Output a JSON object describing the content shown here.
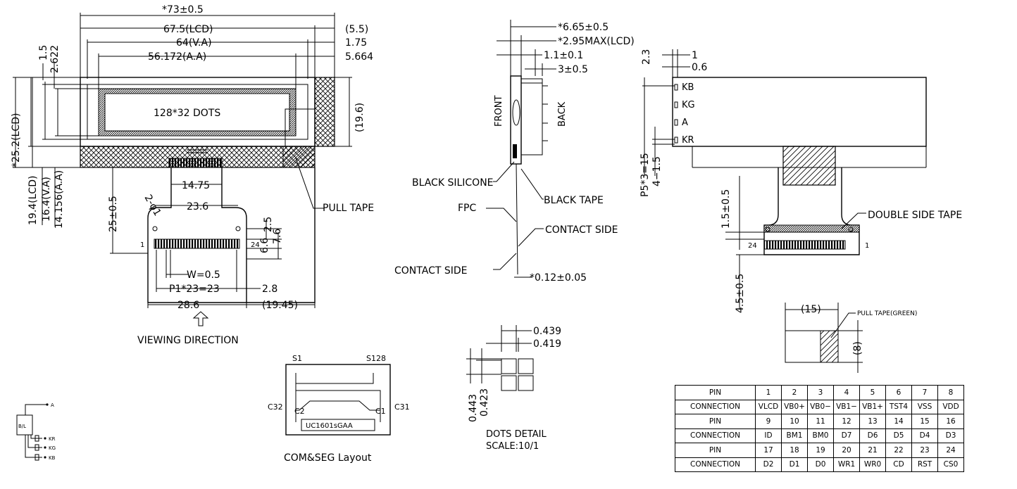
{
  "front": {
    "dim_total": "*73±0.5",
    "dim_lcd": "67.5(LCD)",
    "dim_va": "64(V.A)",
    "dim_aa": "56.172(A.A)",
    "dim_55": "(5.5)",
    "dim_175": "1.75",
    "dim_5664": "5.664",
    "dim_15": "1.5",
    "dim_2622": "2.622",
    "dim_252": "*25.2(LCD)",
    "dim_196": "(19.6)",
    "dots_label": "128*32 DOTS",
    "dim_194": "19.4(LCD)",
    "dim_164": "16.4(V.A)",
    "dim_14156": "14.156(A.A)",
    "dim_25": "25±0.5",
    "dim_1475": "14.75",
    "dim_236": "23.6",
    "hole": "2-φ1",
    "pull_tape": "PULL TAPE",
    "dim_25b": "2.5",
    "dim_66": "6.6",
    "dim_76": "7.6",
    "pin1": "1",
    "pin24": "24",
    "dim_w": "W=0.5",
    "dim_p1": "P1*23=23",
    "dim_28": "2.8",
    "dim_286": "28.6",
    "dim_1945": "(19.45)",
    "viewing": "VIEWING DIRECTION"
  },
  "side": {
    "d665": "*6.65±0.5",
    "d295": "*2.95MAX(LCD)",
    "d11": "1.1±0.1",
    "d3": "3±0.5",
    "front": "FRONT",
    "back": "BACK",
    "black_silicone": "BLACK SILICONE",
    "black_tape": "BLACK TAPE",
    "fpc": "FPC",
    "contact_side_r": "CONTACT SIDE",
    "contact_side_l": "CONTACT SIDE",
    "d012": "*0.12±0.05"
  },
  "rear": {
    "d23": "2.3",
    "d1": "1",
    "d06": "0.6",
    "kb": "KB",
    "kg": "KG",
    "a": "A",
    "kr": "KR",
    "p5": "P5*3=15",
    "d415": "4−1.5",
    "d15": "1.5±0.5",
    "double_tape": "DOUBLE SIDE TAPE",
    "pin24": "24",
    "pin1": "1",
    "d45": "4.5±0.5",
    "d15b": "(15)",
    "pull_green": "PULL TAPE(GREEN)",
    "d8": "(8)"
  },
  "dots": {
    "d0439": "0.439",
    "d0419": "0.419",
    "d0443": "0.443",
    "d0423": "0.423",
    "title": "DOTS DETAIL",
    "scale": "SCALE:10/1"
  },
  "com": {
    "s1": "S1",
    "s128": "S128",
    "c32": "C32",
    "c2": "C2",
    "c1": "C1",
    "c31": "C31",
    "chip": "UC1601sGAA",
    "title": "COM&SEG Layout"
  },
  "bl": {
    "box": "B/L",
    "a": "A",
    "kr": "KR",
    "kg": "KG",
    "kb": "KB"
  },
  "pin_table": {
    "rows": [
      [
        "PIN",
        "1",
        "2",
        "3",
        "4",
        "5",
        "6",
        "7",
        "8"
      ],
      [
        "CONNECTION",
        "VLCD",
        "VB0+",
        "VB0−",
        "VB1−",
        "VB1+",
        "TST4",
        "VSS",
        "VDD"
      ],
      [
        "PIN",
        "9",
        "10",
        "11",
        "12",
        "13",
        "14",
        "15",
        "16"
      ],
      [
        "CONNECTION",
        "ID",
        "BM1",
        "BM0",
        "D7",
        "D6",
        "D5",
        "D4",
        "D3"
      ],
      [
        "PIN",
        "17",
        "18",
        "19",
        "20",
        "21",
        "22",
        "23",
        "24"
      ],
      [
        "CONNECTION",
        "D2",
        "D1",
        "D0",
        "WR1",
        "WR0",
        "CD",
        "RST",
        "CS0"
      ]
    ]
  }
}
